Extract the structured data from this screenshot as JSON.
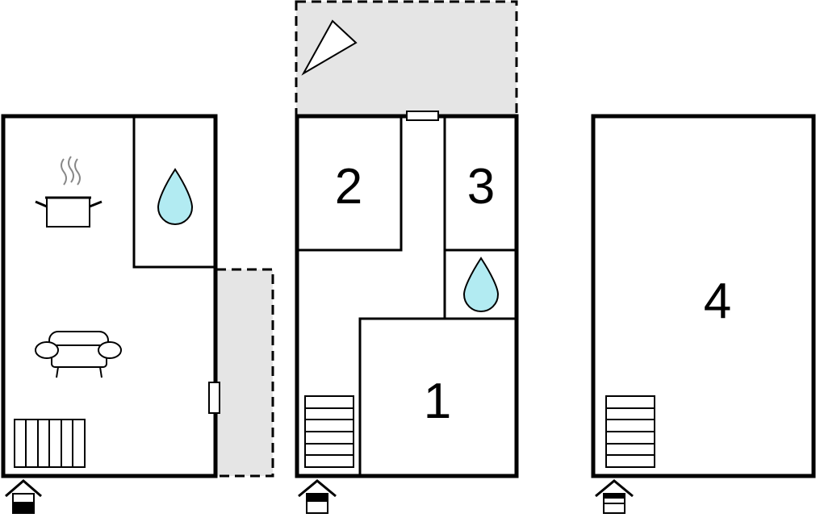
{
  "floor_plan": {
    "rooms": [
      {
        "id": "room-1",
        "number": "1"
      },
      {
        "id": "room-2",
        "number": "2"
      },
      {
        "id": "room-3",
        "number": "3"
      },
      {
        "id": "room-4",
        "number": "4"
      }
    ],
    "icons": [
      "kitchen-pot-icon",
      "bathroom-drop-icon",
      "sofa-icon",
      "radiator-icon",
      "stairs-icon",
      "entrance-arrow-icon",
      "north-arrow-icon",
      "window-icon"
    ],
    "colors": {
      "outdoor_area": "#e5e5e5",
      "water_drop": "#b2ebf2",
      "walls": "#000000"
    }
  }
}
